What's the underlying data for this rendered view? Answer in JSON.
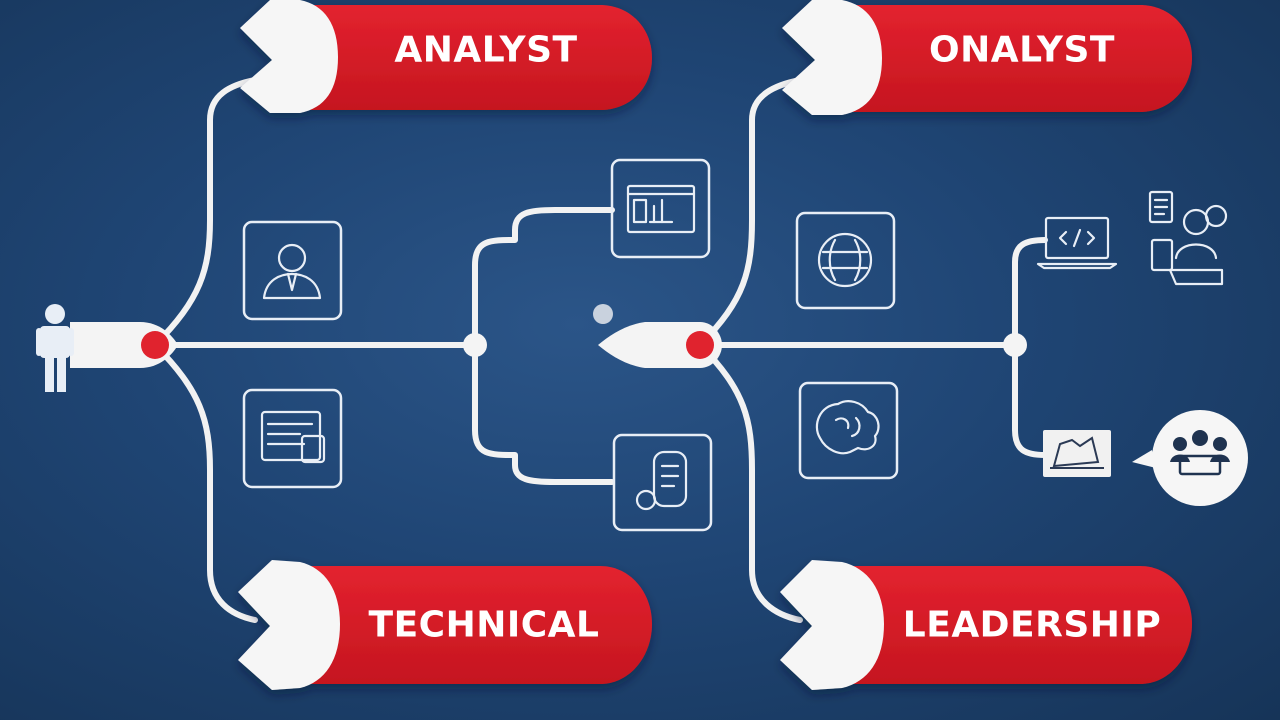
{
  "banners": {
    "top_left": "ANALYST",
    "top_right": "ONALYST",
    "bottom_left": "TECHNICAL",
    "bottom_right": "LEADERSHIP"
  },
  "icons": [
    "person-icon",
    "profile-card-icon",
    "document-window-icon",
    "dashboard-icon",
    "mobile-device-icon",
    "brain-globe-icon",
    "mind-icon",
    "laptop-code-icon",
    "team-document-icon",
    "folder-icon",
    "group-meeting-icon"
  ],
  "colors": {
    "background": "#1f4574",
    "banner": "#d91d2a",
    "node": "#e0232e",
    "line": "#f2f2f2"
  }
}
